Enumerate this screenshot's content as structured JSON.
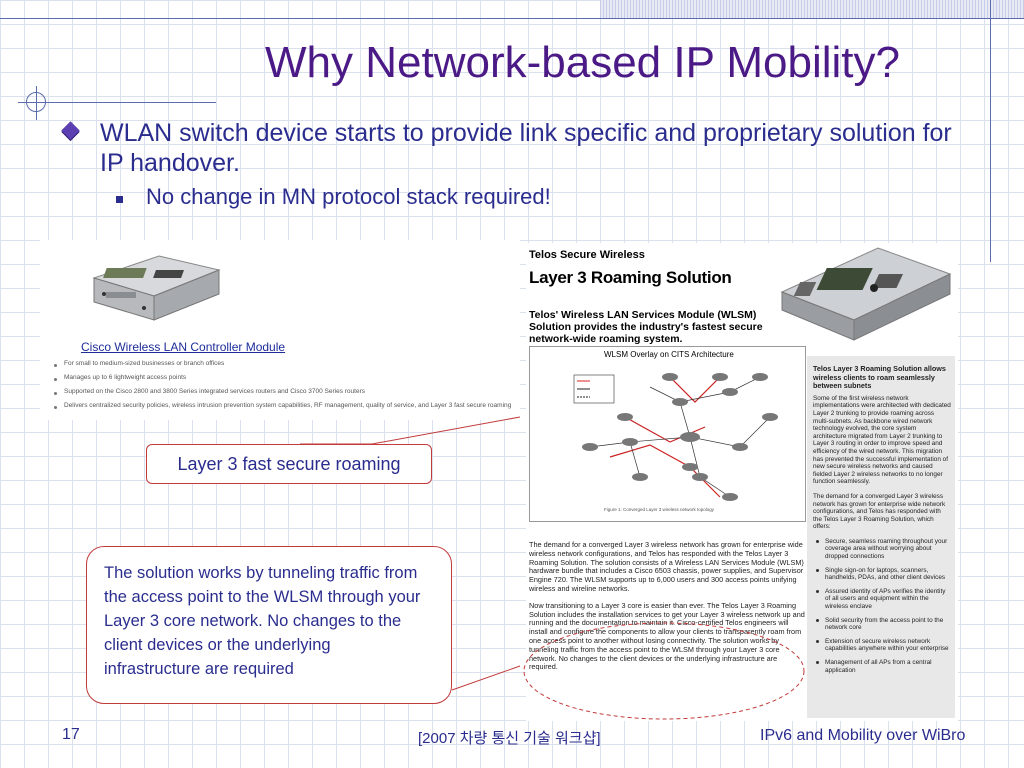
{
  "slide": {
    "title": "Why Network-based IP Mobility?",
    "bullets": [
      "WLAN switch device starts to provide link specific and proprietary solution for IP handover."
    ],
    "sub_bullets": [
      "No change in MN protocol stack required!"
    ]
  },
  "cisco": {
    "link": "Cisco Wireless LAN Controller Module",
    "items": [
      "For small to medium-sized businesses or branch offices",
      "Manages up to 6 lightweight access points",
      "Supported on the Cisco 2800 and 3800 Series integrated services routers and Cisco 3700 Series routers",
      "Delivers centralized security policies, wireless intrusion prevention system capabilities, RF management, quality of service, and Layer 3 fast secure roaming"
    ]
  },
  "doc": {
    "eyebrow": "Telos Secure Wireless",
    "title": "Layer 3 Roaming Solution",
    "subtitle": "Telos' Wireless LAN Services Module (WLSM) Solution provides the industry's fastest secure network-wide roaming system.",
    "diagram_title": "WLSM Overlay on CITS Architecture",
    "diagram_caption": "Figure 1: Converged Layer 3 wireless network topology",
    "para1": "The demand for a converged Layer 3 wireless network has grown for enterprise wide wireless network configurations, and Telos has responded with the Telos Layer 3 Roaming Solution. The solution consists of a Wireless LAN Services Module (WLSM) hardware bundle that includes a Cisco 6503 chassis, power supplies, and Supervisor Engine 720. The WLSM supports up to 6,000 users and 300 access points unifying wireless and wireline networks.",
    "para2": "Now transitioning to a Layer 3 core is easier than ever. The Telos Layer 3 Roaming Solution includes the installation services to get your Layer 3 wireless network up and running and the documentation to maintain it. Cisco-certified Telos engineers will install and configure the components to allow your clients to transparently roam from one access point to another without losing connectivity. The solution works by tunneling traffic from the access point to the WLSM through your Layer 3 core network. No changes to the client devices or the underlying infrastructure are required."
  },
  "sidebar": {
    "heading": "Telos Layer 3 Roaming Solution allows wireless clients to roam seamlessly between subnets",
    "p1": "Some of the first wireless network implementations were architected with dedicated Layer 2 trunking to provide roaming across multi-subnets. As backbone wired network technology evolved, the core system architecture migrated from Layer 2 trunking to Layer 3 routing in order to improve speed and efficiency of the wired network. This migration has prevented the successful implementation of new secure wireless networks and caused fielded Layer 2 wireless networks to no longer function seamlessly.",
    "p2": "The demand for a converged Layer 3 wireless network has grown for enterprise wide network configurations, and Telos has responded with the Telos Layer 3 Roaming Solution, which offers:",
    "items": [
      "Secure, seamless roaming throughout your coverage area without worrying about dropped connections",
      "Single sign-on for laptops, scanners, handhelds, PDAs, and other client devices",
      "Assured identity of APs verifies the identity of all users and equipment within the wireless enclave",
      "Solid security from the access point to the network core",
      "Extension of secure wireless network capabilities anywhere within your enterprise",
      "Management of all APs from a central application"
    ]
  },
  "callouts": {
    "roaming": "Layer 3 fast secure roaming",
    "solution": "The solution works by tunneling traffic from the access point to the WLSM through your Layer 3 core network. No changes to the client devices or the underlying infrastructure are required"
  },
  "footer": {
    "page_number": "17",
    "event": "[2007 차량 통신 기술 워크샵]",
    "course": "IPv6 and Mobility over WiBro"
  }
}
